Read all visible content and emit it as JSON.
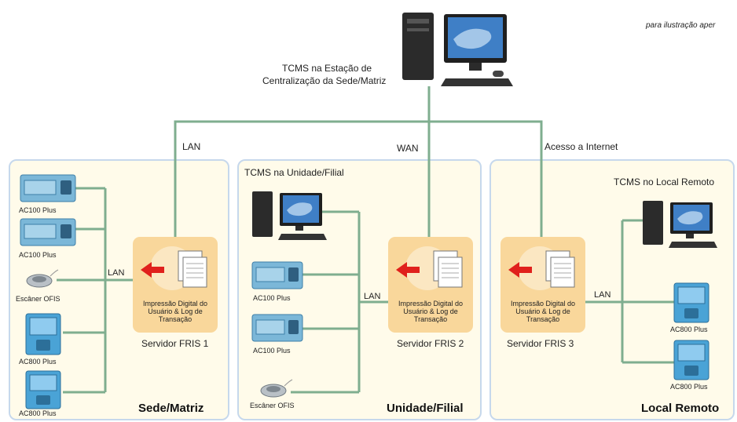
{
  "note": "para ilustração aper",
  "central_station_label_line1": "TCMS na Estação de",
  "central_station_label_line2": "Centralização da Sede/Matriz",
  "links": {
    "lan": "LAN",
    "wan": "WAN",
    "internet": "Acesso a Internet"
  },
  "server_text_line1": "Impressão Digital do",
  "server_text_line2": "Usuário & Log de",
  "server_text_line3": "Transação",
  "regions": {
    "sede": {
      "title": "Sede/Matriz",
      "server_name": "Servidor FRIS 1",
      "lan_label": "LAN",
      "devices": [
        "AC100 Plus",
        "AC100 Plus",
        "Escâner OFIS",
        "AC800 Plus",
        "AC800 Plus"
      ]
    },
    "unidade": {
      "title": "Unidade/Filial",
      "tcms_label": "TCMS na Unidade/Filial",
      "server_name": "Servidor FRIS 2",
      "lan_label": "LAN",
      "devices": [
        "AC100 Plus",
        "AC100 Plus",
        "Escâner OFIS"
      ]
    },
    "remoto": {
      "title": "Local Remoto",
      "tcms_label": "TCMS no Local Remoto",
      "server_name": "Servidor FRIS 3",
      "lan_label": "LAN",
      "devices": [
        "AC800 Plus",
        "AC800 Plus"
      ]
    }
  },
  "colors": {
    "line": "#7fae8f",
    "region_bg": "#fffbea",
    "region_border": "#c6d8ec",
    "server_bg": "#f9d79b",
    "device": "#7bb7d8",
    "arrow": "#e0201c"
  }
}
